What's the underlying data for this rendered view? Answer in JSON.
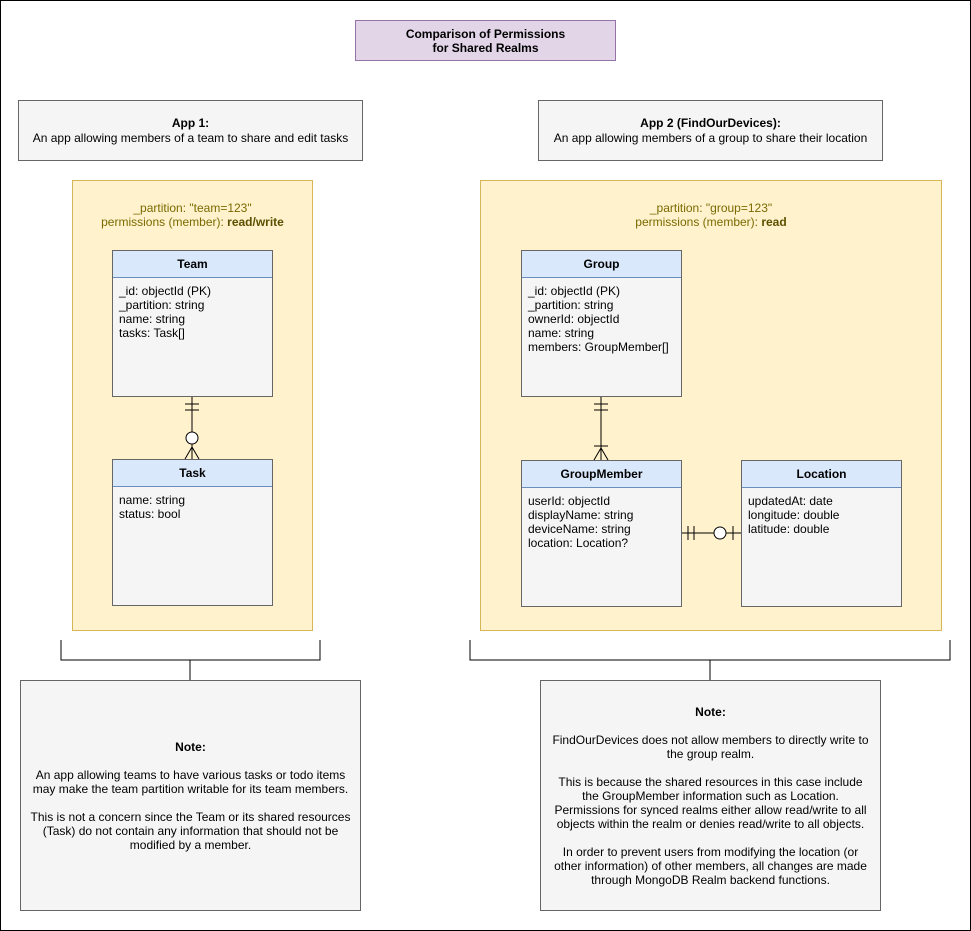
{
  "title": {
    "line1": "Comparison of Permissions",
    "line2": "for Shared Realms"
  },
  "app1": {
    "heading": "App 1:",
    "description": "An app allowing members of a team to share and edit tasks",
    "partition": "_partition: \"team=123\"",
    "permissions_prefix": "permissions (member): ",
    "permissions_value": "read/write",
    "entities": {
      "team": {
        "name": "Team",
        "fields": [
          "_id: objectId (PK)",
          "_partition: string",
          "name: string",
          "tasks: Task[]"
        ]
      },
      "task": {
        "name": "Task",
        "fields": [
          "name: string",
          "status: bool"
        ]
      }
    },
    "note": {
      "title": "Note:",
      "paragraphs": [
        "An app allowing teams to have various tasks or todo items may make the team partition writable for its team members.",
        "This is not a concern since the Team or its shared resources (Task) do not contain any information that should not be modified by a member."
      ]
    }
  },
  "app2": {
    "heading": "App 2 (FindOurDevices):",
    "description": "An app allowing members of a group to share their location",
    "partition": "_partition: \"group=123\"",
    "permissions_prefix": "permissions (member): ",
    "permissions_value": "read",
    "entities": {
      "group": {
        "name": "Group",
        "fields": [
          "_id: objectId (PK)",
          "_partition: string",
          "ownerId: objectId",
          "name: string",
          "members: GroupMember[]"
        ]
      },
      "groupmember": {
        "name": "GroupMember",
        "fields": [
          "userId: objectId",
          "displayName: string",
          "deviceName: string",
          "location: Location?"
        ]
      },
      "location": {
        "name": "Location",
        "fields": [
          "updatedAt: date",
          "longitude: double",
          "latitude: double"
        ]
      }
    },
    "note": {
      "title": "Note:",
      "paragraphs": [
        "FindOurDevices does not allow members to directly write to the group realm.",
        "This is because the shared resources in this case include the GroupMember information such as Location. Permissions for synced realms either allow read/write to all objects within the realm or denies read/write to all objects.",
        "In order to prevent users from modifying the location (or other information) of other members, all changes are made through MongoDB Realm backend functions."
      ]
    }
  }
}
